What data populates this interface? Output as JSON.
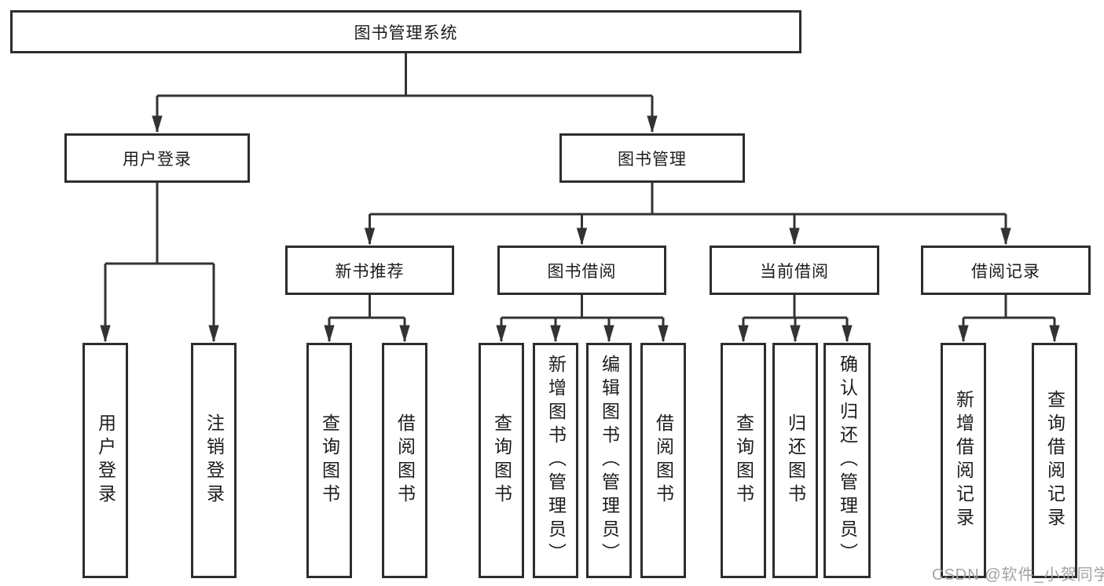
{
  "diagram": {
    "root": {
      "label": "图书管理系统"
    },
    "level2": [
      {
        "label": "用户登录",
        "children": [
          {
            "label": "用户登录"
          },
          {
            "label": "注销登录"
          }
        ]
      },
      {
        "label": "图书管理",
        "children": [
          {
            "label": "新书推荐",
            "children": [
              {
                "label": "查询图书"
              },
              {
                "label": "借阅图书"
              }
            ]
          },
          {
            "label": "图书借阅",
            "children": [
              {
                "label": "查询图书"
              },
              {
                "label": "新增图书（管理员）"
              },
              {
                "label": "编辑图书（管理员）"
              },
              {
                "label": "借阅图书"
              }
            ]
          },
          {
            "label": "当前借阅",
            "children": [
              {
                "label": "查询图书"
              },
              {
                "label": "归还图书"
              },
              {
                "label": "确认归还（管理员）"
              }
            ]
          },
          {
            "label": "借阅记录",
            "children": [
              {
                "label": "新增借阅记录"
              },
              {
                "label": "查询借阅记录"
              }
            ]
          }
        ]
      }
    ]
  },
  "watermark": {
    "text": "CSDN @软件_小贺同学"
  },
  "colors": {
    "line": "#333333",
    "border": "#2d2d2d",
    "text": "#1c1c1c",
    "watermark": "#a3a3a3",
    "background": "#ffffff"
  }
}
